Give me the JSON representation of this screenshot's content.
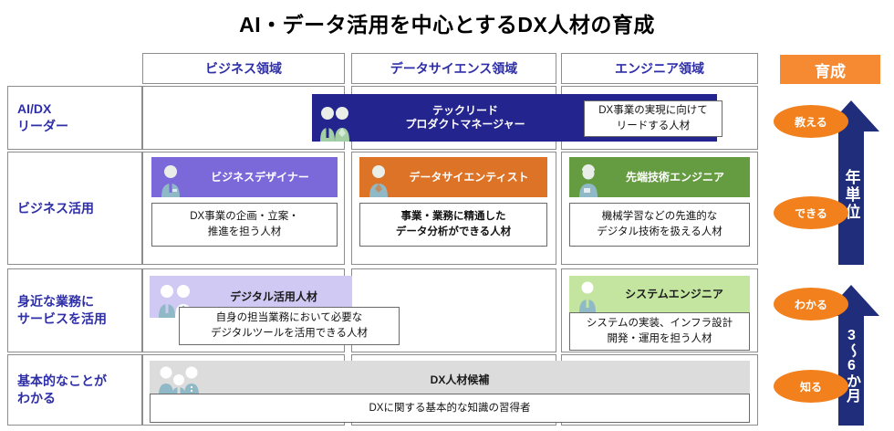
{
  "title": "AI・データ活用を中心とするDX人材の育成",
  "columns": [
    {
      "label": "ビジネス領域"
    },
    {
      "label": "データサイエンス領域"
    },
    {
      "label": "エンジニア領域"
    }
  ],
  "rows": [
    {
      "label": "AI/DX\nリーダー"
    },
    {
      "label": "ビジネス活用"
    },
    {
      "label": "身近な業務に\nサービスを活用"
    },
    {
      "label": "基本的なことが\nわかる"
    }
  ],
  "cards": {
    "tech_lead": {
      "title": "テックリード\nプロダクトマネージャー",
      "desc": "DX事業の実現に向けて\nリードする人材",
      "color": "#24248F"
    },
    "business_designer": {
      "title": "ビジネスデザイナー",
      "desc": "DX事業の企画・立案・\n推進を担う人材",
      "color": "#7B68D9"
    },
    "data_scientist": {
      "title": "データサイエンティスト",
      "desc": "事業・業務に精通した\nデータ分析ができる人材",
      "color": "#DD7326"
    },
    "advanced_engineer": {
      "title": "先端技術エンジニア",
      "desc": "機械学習などの先進的な\nデジタル技術を扱える人材",
      "color": "#659B41"
    },
    "digital_user": {
      "title": "デジタル活用人材",
      "desc": "自身の担当業務において必要な\nデジタルツールを活用できる人材",
      "color": "#CFC9F3"
    },
    "system_engineer": {
      "title": "システムエンジニア",
      "desc": "システムの実装、インフラ設計\n開発・運用を担う人材",
      "color": "#C3E5A0"
    },
    "dx_candidate": {
      "title": "DX人材候補",
      "desc": "DXに関する基本的な知識の習得者",
      "color": "#DCDCDC"
    }
  },
  "right_panel": {
    "header": "育成",
    "levels": [
      {
        "label": "教える"
      },
      {
        "label": "できる"
      },
      {
        "label": "わかる"
      },
      {
        "label": "知る"
      }
    ],
    "arrows": [
      {
        "label": "年単位"
      },
      {
        "label": "3〜6か月"
      }
    ],
    "accent_orange": "#F2811D",
    "accent_navy": "#1F2D7B"
  }
}
